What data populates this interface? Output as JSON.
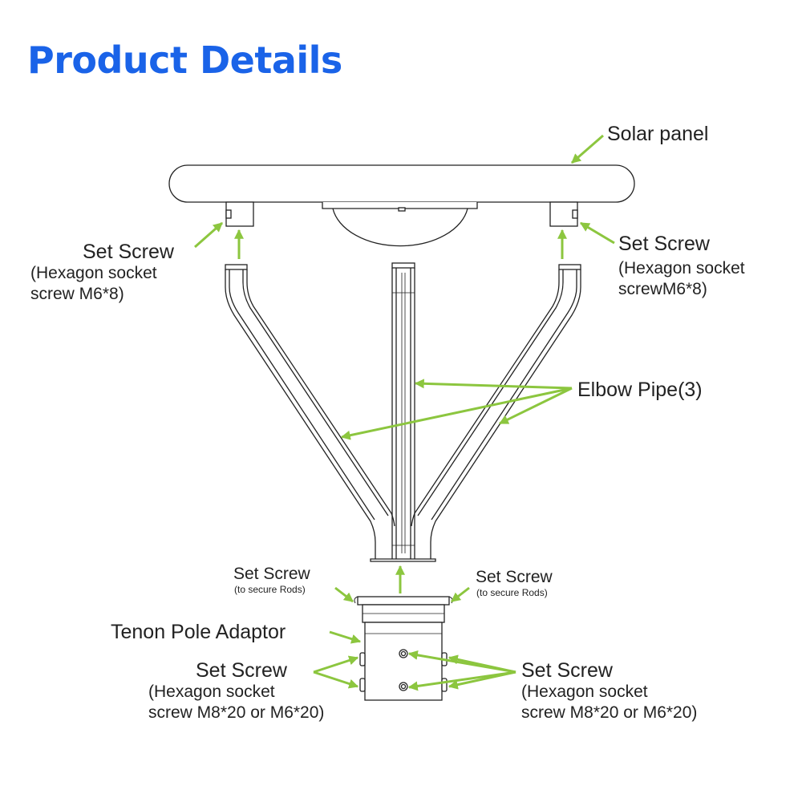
{
  "title": "Product Details",
  "colors": {
    "title": "#1a63e8",
    "arrow": "#8cc63f",
    "line": "#222222"
  },
  "labels": {
    "solar_panel": "Solar panel",
    "set_screw_left": {
      "name": "Set Screw",
      "line1": "(Hexagon socket",
      "line2": "screw M6*8)"
    },
    "set_screw_right": {
      "name": "Set Screw",
      "line1": "(Hexagon socket",
      "line2": "screwM6*8)"
    },
    "elbow_pipe": "Elbow Pipe(3)",
    "set_screw_rods_left": {
      "name": "Set Screw",
      "note": "(to secure Rods)"
    },
    "set_screw_rods_right": {
      "name": "Set Screw",
      "note": "(to secure Rods)"
    },
    "tenon_adaptor": "Tenon Pole Adaptor",
    "set_screw_adaptor_left": {
      "name": "Set Screw",
      "line1": "(Hexagon socket",
      "line2": "screw M8*20 or M6*20)"
    },
    "set_screw_adaptor_right": {
      "name": "Set Screw",
      "line1": "(Hexagon socket",
      "line2": "screw M8*20 or M6*20)"
    }
  }
}
